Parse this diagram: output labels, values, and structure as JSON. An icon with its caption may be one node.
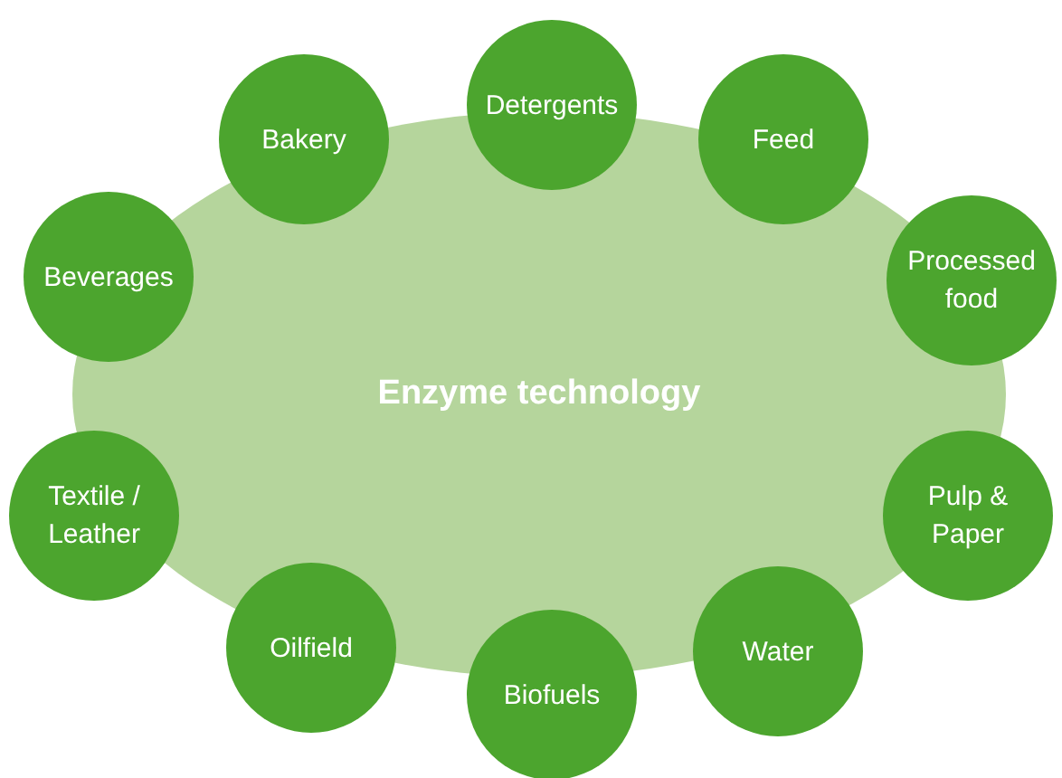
{
  "diagram": {
    "nodes": [
      {
        "text": [
          "Detergents"
        ]
      },
      {
        "text": [
          "Bakery"
        ]
      },
      {
        "text": [
          "Feed"
        ]
      },
      {
        "text": [
          "Beverages"
        ]
      },
      {
        "text": [
          "Processed food"
        ]
      },
      {
        "text": [
          "Enzyme technology"
        ]
      },
      {
        "text": [
          "Textile / Leather"
        ]
      },
      {
        "text": [
          "Pulp & Paper"
        ]
      },
      {
        "text": [
          "Oilfield"
        ]
      },
      {
        "text": [
          "Water"
        ]
      },
      {
        "text": [
          "Biofuels"
        ]
      }
    ]
  }
}
